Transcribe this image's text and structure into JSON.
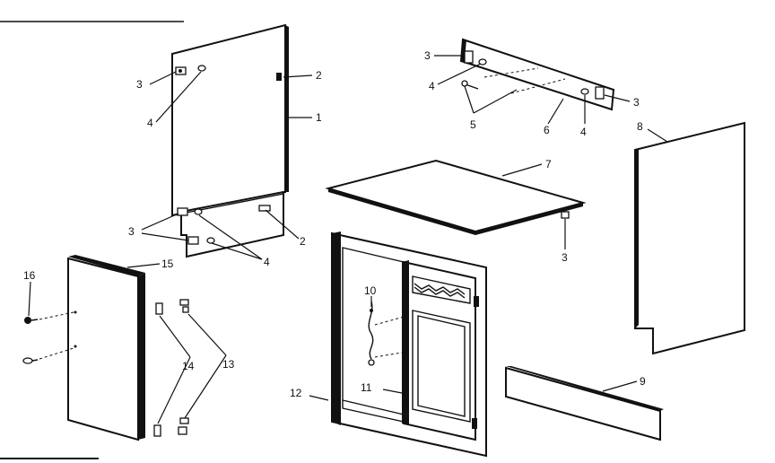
{
  "callouts": {
    "c1": "1",
    "c2a": "2",
    "c2b": "2",
    "c3a": "3",
    "c3b": "3",
    "c3c": "3",
    "c3d": "3",
    "c3e": "3",
    "c4a": "4",
    "c4b": "4",
    "c4c": "4",
    "c5": "5",
    "c6": "6",
    "c7": "7",
    "c8": "8",
    "c9": "9",
    "c10": "10",
    "c11": "11",
    "c12": "12",
    "c13": "13",
    "c14": "14",
    "c15": "15",
    "c16": "16"
  }
}
